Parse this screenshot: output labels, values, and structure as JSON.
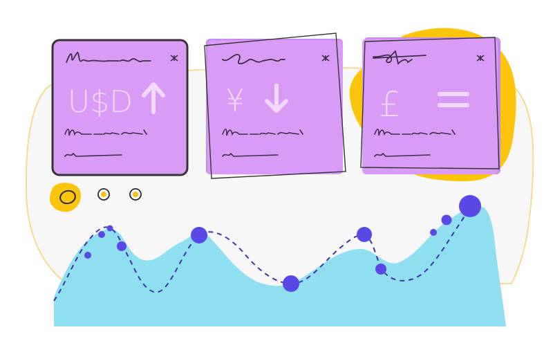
{
  "cards": [
    {
      "symbol": "U$D",
      "trend": "up",
      "trend_icon": "arrow-up-icon",
      "selected": true
    },
    {
      "symbol": "¥",
      "trend": "down",
      "trend_icon": "arrow-down-icon",
      "selected": false
    },
    {
      "symbol": "£",
      "trend": "equal",
      "trend_icon": "equals-icon",
      "selected": false
    }
  ],
  "pager": {
    "count": 3,
    "active_index": 0
  },
  "colors": {
    "card_fill": "#d89cf7",
    "card_shadow": "#c98af0",
    "card_border": "#333333",
    "symbol": "#f1d9ff",
    "scribble": "#3d2c4a",
    "mountain": "#8fdff0",
    "dots": "#5a48e6",
    "accent_yellow": "#fcc40b",
    "backdrop": "#f7f7f7",
    "backdrop_outline": "#f5dc8e"
  }
}
